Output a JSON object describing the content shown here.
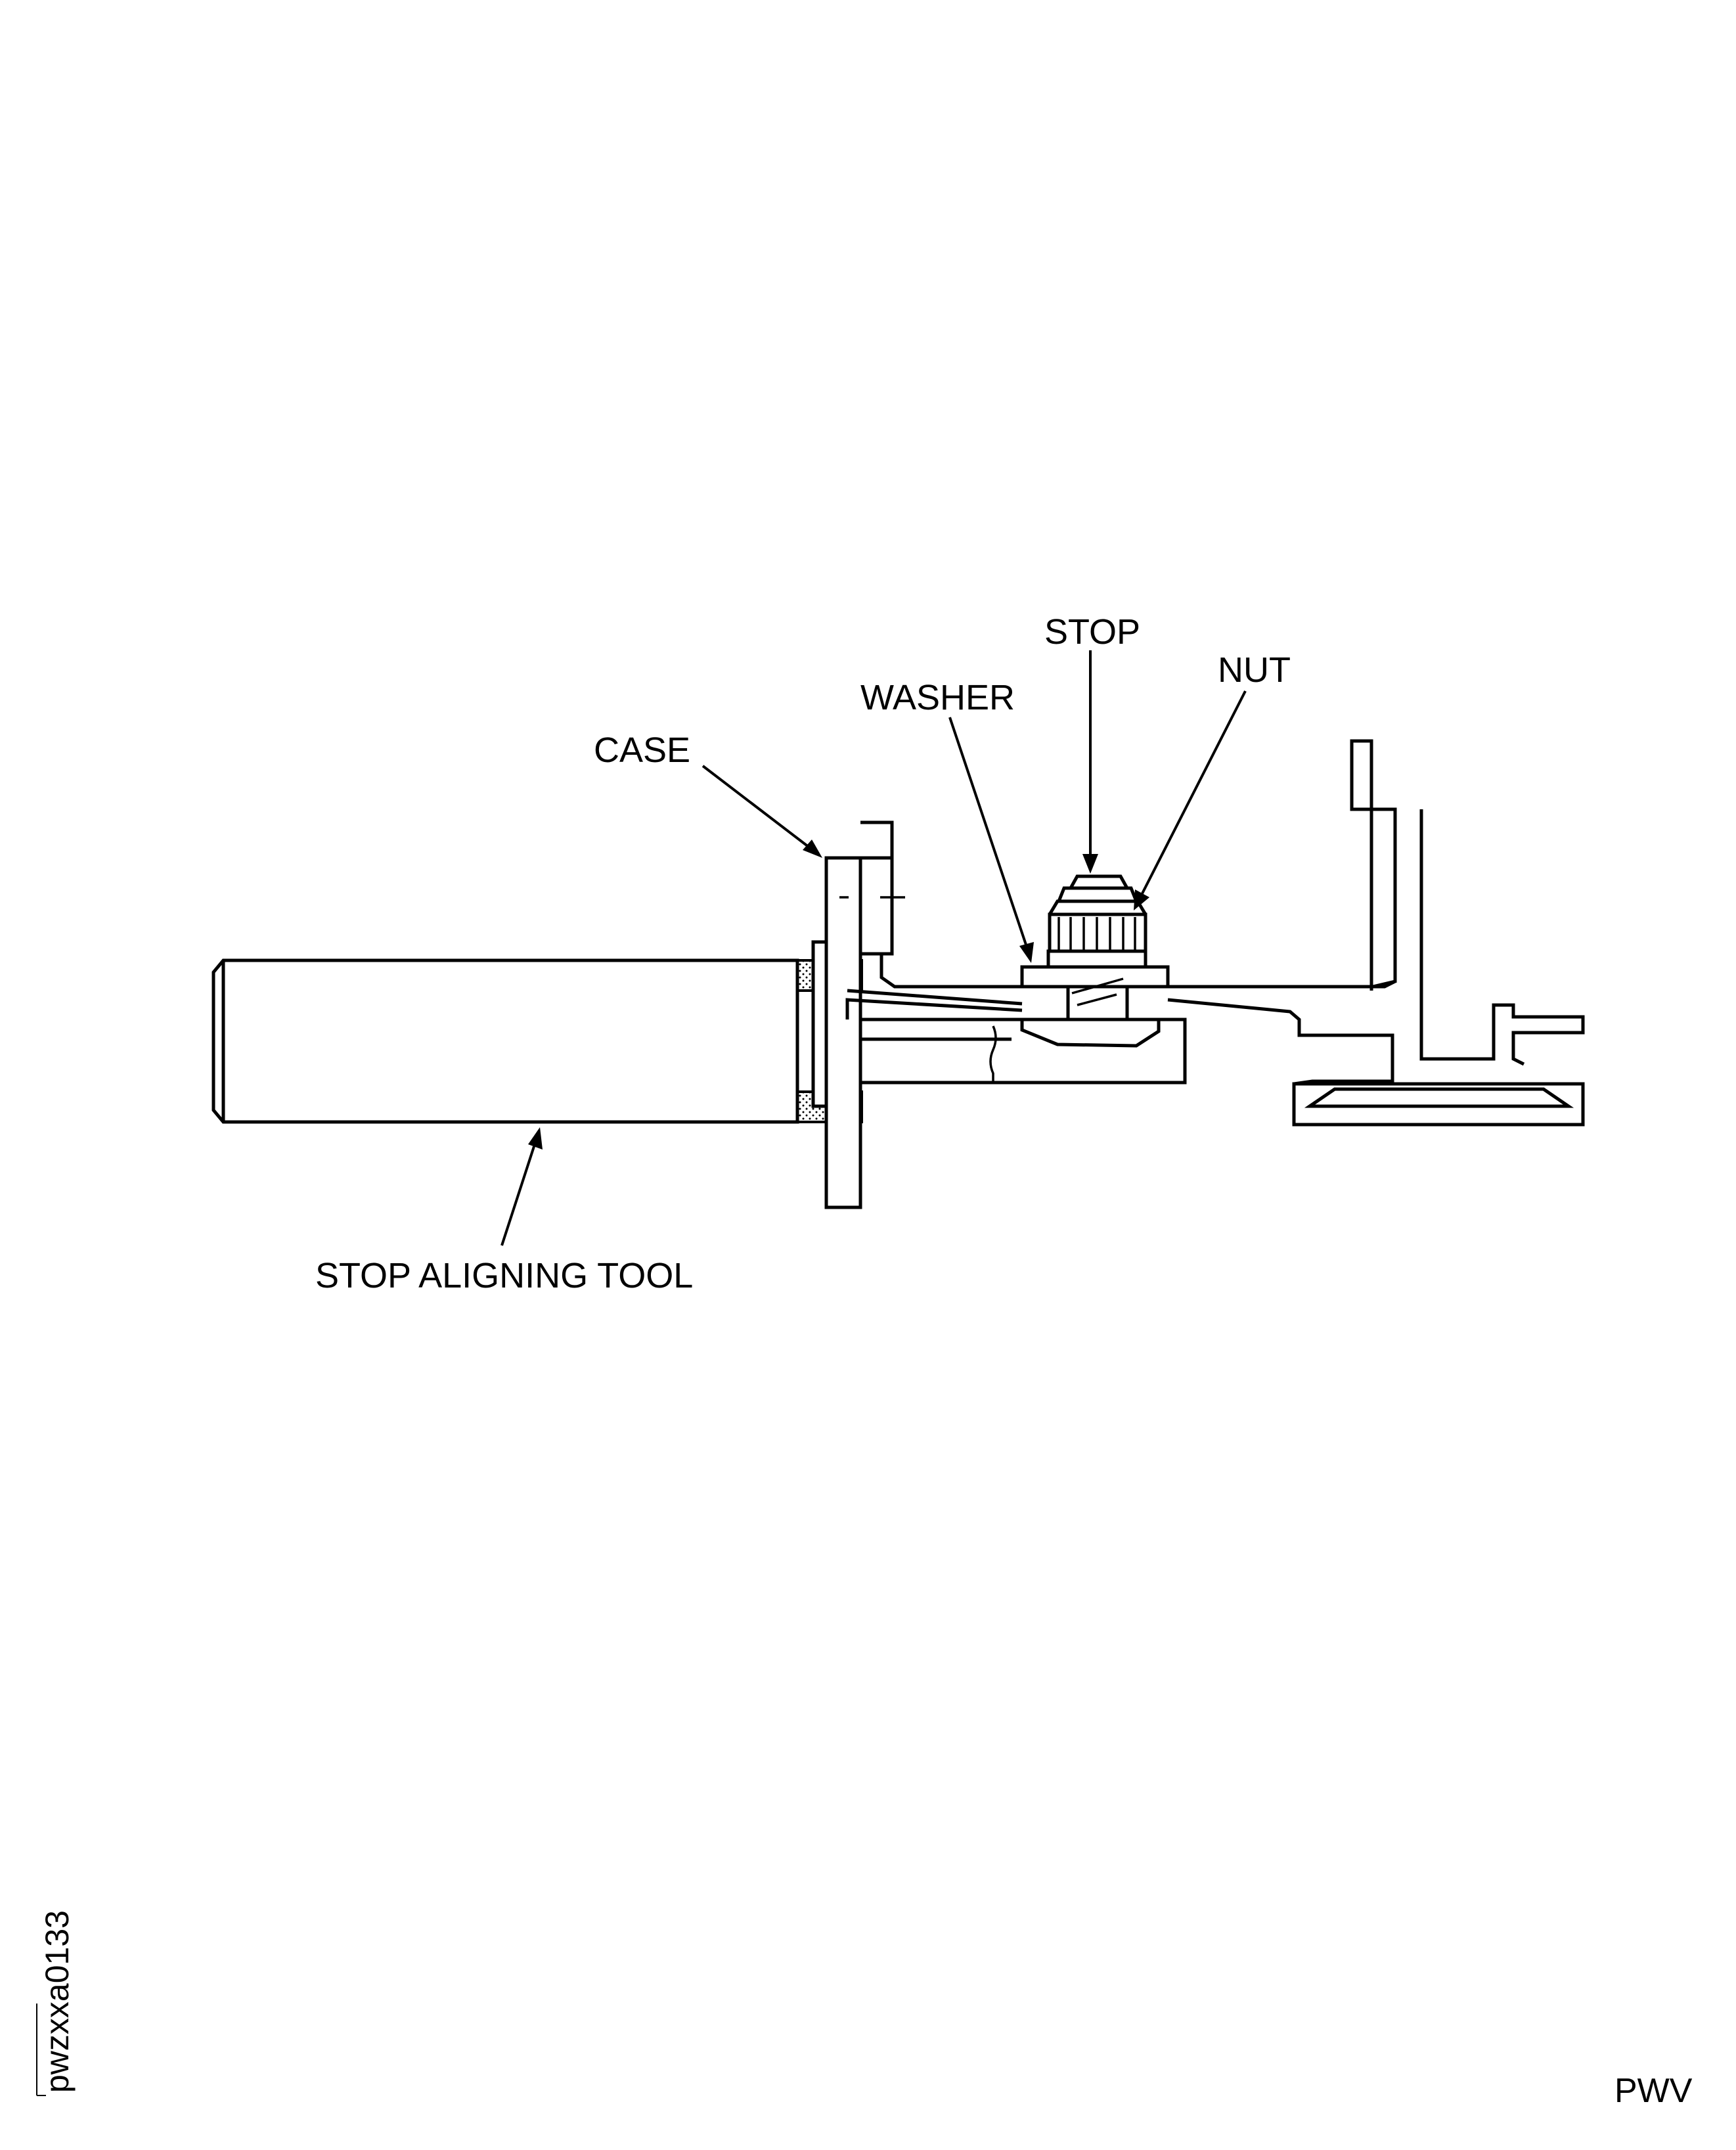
{
  "labels": {
    "stop": "STOP",
    "nut": "NUT",
    "washer": "WASHER",
    "case": "CASE",
    "stop_aligning_tool": "STOP ALIGNING TOOL"
  },
  "figure_id": "pwzxxa0133",
  "corner_code": "PWV"
}
